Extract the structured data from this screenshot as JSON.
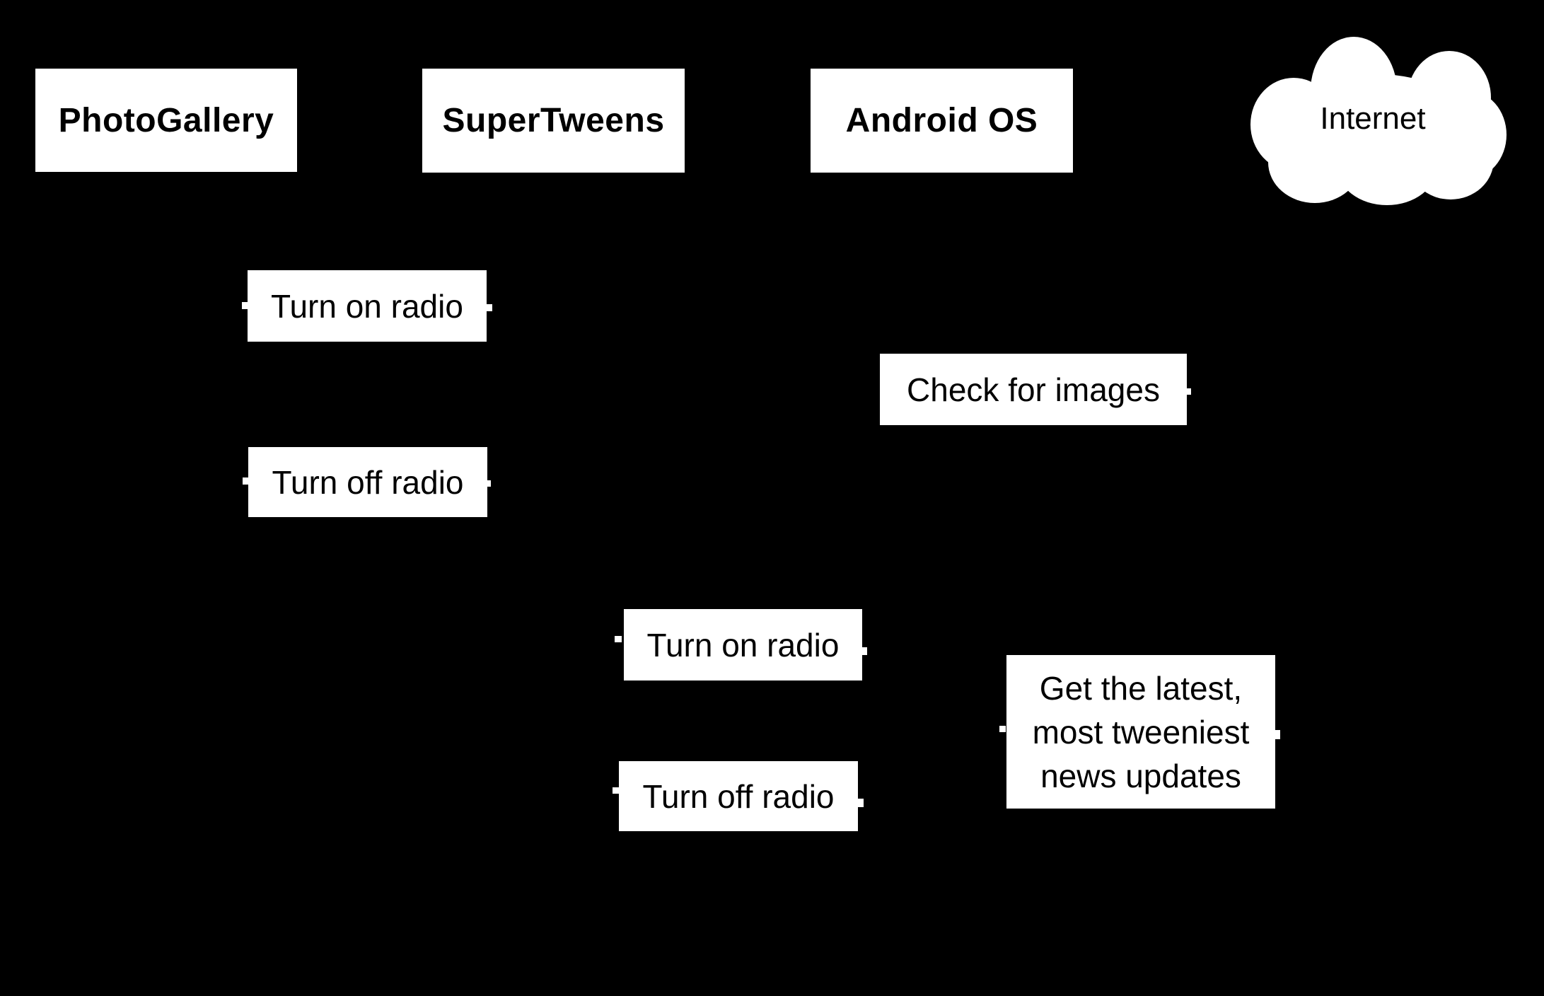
{
  "diagram": {
    "type": "sequence-communication-diagram",
    "colors": {
      "background": "#000000",
      "shape_fill": "#ffffff",
      "text": "#000000"
    },
    "actors": [
      {
        "label": "PhotoGallery",
        "shape": "rect"
      },
      {
        "label": "SuperTweens",
        "shape": "rect"
      },
      {
        "label": "Android OS",
        "shape": "rect"
      },
      {
        "label": "Internet",
        "shape": "cloud"
      }
    ],
    "messages": [
      {
        "label": "Turn on radio"
      },
      {
        "label": "Check for images"
      },
      {
        "label": "Turn off radio"
      },
      {
        "label": "Turn on radio"
      },
      {
        "label": "Get the latest, most tweeniest news updates",
        "lines": [
          "Get the latest,",
          "most tweeniest",
          "news updates"
        ]
      },
      {
        "label": "Turn off radio"
      }
    ]
  }
}
